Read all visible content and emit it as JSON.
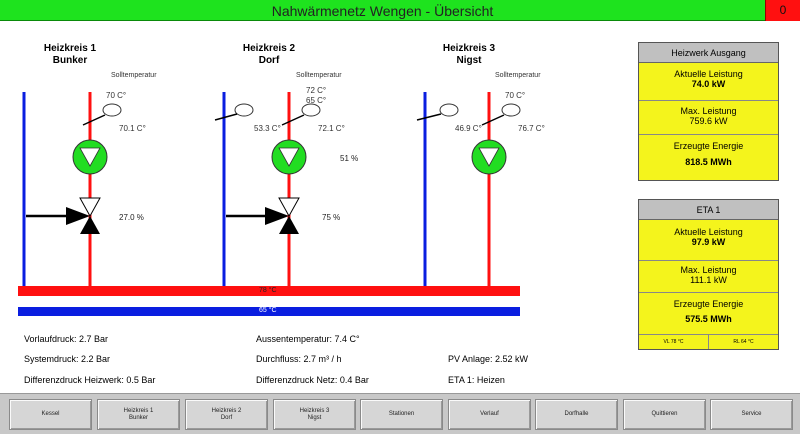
{
  "window": {
    "title": "Nahwärmenetz Wengen - Übersicht",
    "alarm_count": "0"
  },
  "circuits": [
    {
      "name": "Heizkreis 1",
      "sub": "Bunker",
      "sollTitle": "Solltemperatur",
      "soll": [
        "70 C°"
      ],
      "left_temp": "",
      "right_temp": "70.1 C°",
      "pump_pct": "",
      "valve_pct": "27.0 %"
    },
    {
      "name": "Heizkreis 2",
      "sub": "Dorf",
      "sollTitle": "Solltemperatur",
      "soll": [
        "72 C°",
        "65 C°"
      ],
      "left_temp": "53.3 C°",
      "right_temp": "72.1 C°",
      "pump_pct": "51 %",
      "valve_pct": "75 %"
    },
    {
      "name": "Heizkreis 3",
      "sub": "Nigst",
      "sollTitle": "Solltemperatur",
      "soll": [
        "70 C°"
      ],
      "left_temp": "46.9 C°",
      "right_temp": "76.7 C°",
      "pump_pct": "",
      "valve_pct": ""
    }
  ],
  "pipes": {
    "supply": "78 °C",
    "return": "65 °C"
  },
  "info": {
    "vorlaufdruck": "Vorlaufdruck: 2.7 Bar",
    "systemdruck": "Systemdruck: 2.2 Bar",
    "differenzdruck_hw": "Differenzdruck Heizwerk: 0.5 Bar",
    "aussentemp": "Aussentemperatur: 7.4 C°",
    "durchfluss": "Durchfluss: 2.7 m³ / h",
    "differenzdruck_netz": "Differenzdruck Netz: 0.4 Bar",
    "pv": "PV Anlage: 2.52 kW",
    "eta_status": "ETA 1: Heizen"
  },
  "heizwerk": {
    "title": "Heizwerk Ausgang",
    "akt_label": "Aktuelle Leistung",
    "akt_value": "74.0 kW",
    "max_label": "Max. Leistung",
    "max_value": "759.6 kW",
    "energie_label": "Erzeugte Energie",
    "energie_value": "818.5 MWh"
  },
  "eta": {
    "title": "ETA 1",
    "akt_label": "Aktuelle Leistung",
    "akt_value": "97.9 kW",
    "max_label": "Max. Leistung",
    "max_value": "111.1 kW",
    "energie_label": "Erzeugte Energie",
    "energie_value": "575.5 MWh",
    "vl": "VL 78 °C",
    "rl": "RL 64 °C"
  },
  "nav": [
    {
      "line1": "Kessel",
      "line2": ""
    },
    {
      "line1": "Heizkreis 1",
      "line2": "Bunker"
    },
    {
      "line1": "Heizkreis 2",
      "line2": "Dorf"
    },
    {
      "line1": "Heizkreis 3",
      "line2": "Nigst"
    },
    {
      "line1": "Stationen",
      "line2": ""
    },
    {
      "line1": "Verlauf",
      "line2": ""
    },
    {
      "line1": "Dorfhalle",
      "line2": ""
    },
    {
      "line1": "Quittieren",
      "line2": ""
    },
    {
      "line1": "Service",
      "line2": ""
    }
  ],
  "colors": {
    "title_bg": "#1ee31e",
    "alarm_bg": "#ff1010",
    "supply": "#ff1010",
    "return": "#0a1ee0",
    "pump": "#22dd22",
    "panel_value_bg": "#f4f41c"
  }
}
